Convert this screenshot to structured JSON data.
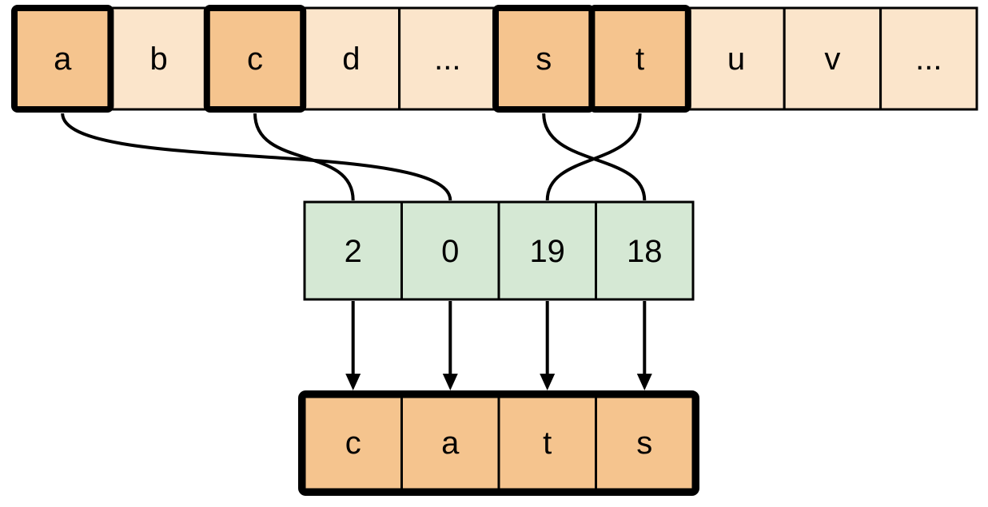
{
  "colors": {
    "cell_light": "#FBE5CB",
    "cell_highlight": "#F5C48E",
    "index_cell": "#D5E8D4",
    "stroke": "#000000",
    "background": "#FFFFFF"
  },
  "alphabet_row": {
    "cells": [
      {
        "label": "a",
        "highlighted": true
      },
      {
        "label": "b",
        "highlighted": false
      },
      {
        "label": "c",
        "highlighted": true
      },
      {
        "label": "d",
        "highlighted": false
      },
      {
        "label": "...",
        "highlighted": false
      },
      {
        "label": "s",
        "highlighted": true
      },
      {
        "label": "t",
        "highlighted": true
      },
      {
        "label": "u",
        "highlighted": false
      },
      {
        "label": "v",
        "highlighted": false
      },
      {
        "label": "...",
        "highlighted": false
      }
    ]
  },
  "index_row": {
    "cells": [
      {
        "value": "2"
      },
      {
        "value": "0"
      },
      {
        "value": "19"
      },
      {
        "value": "18"
      }
    ]
  },
  "output_row": {
    "cells": [
      {
        "label": "c"
      },
      {
        "label": "a"
      },
      {
        "label": "t"
      },
      {
        "label": "s"
      }
    ]
  },
  "connections": [
    {
      "from": "a",
      "to_index": "0"
    },
    {
      "from": "c",
      "to_index": "2"
    },
    {
      "from": "s",
      "to_index": "18"
    },
    {
      "from": "t",
      "to_index": "19"
    }
  ]
}
